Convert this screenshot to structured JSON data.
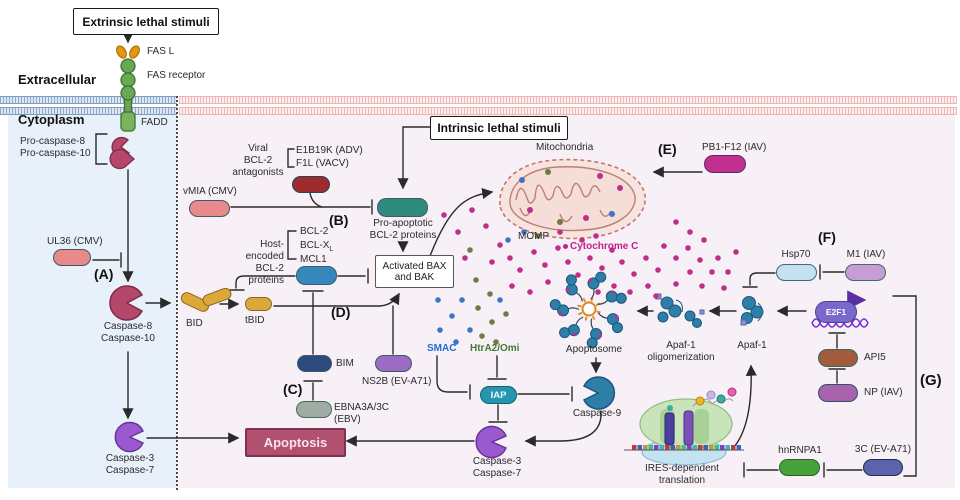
{
  "palette": {
    "membrane_left": "#7d9cc0",
    "membrane_right": "#eeb4b4",
    "cytoplasm_left_bg": "#e8f0f9",
    "cytoplasm_right_bg": "#f7f0f7",
    "viral_pill_pink": "#e8898c",
    "viral_pill_dark_red": "#9e2b2e",
    "pro_apoptotic_teal": "#2f8b7d",
    "host_bcl2_blue": "#3587bc",
    "bid_gold": "#dca838",
    "bim_navy": "#2c4a7c",
    "ebna_sage": "#9fada6",
    "ns2b_purple": "#9b6cc3",
    "pb1f12_magenta": "#c2308f",
    "hsp70_light_blue": "#c4e1f2",
    "m1_lilac": "#c79ed3",
    "api5_brown": "#a05c3c",
    "np_purple": "#a963ad",
    "hnrnpa1_green": "#46a33c",
    "c3_indigo": "#5b63ad",
    "iap_teal": "#2596b0",
    "caspase_rose": "#b5476a",
    "caspase_purple": "#9b59d0",
    "caspase9_blue": "#2d7fa8",
    "apoptosis_box": "#b25070",
    "smac_text": "#1f6fd4",
    "htra2_text": "#3e7d35",
    "cytochrome_text": "#c0218a",
    "dot_magenta": "#c02e8a",
    "dot_blue": "#3d74c9",
    "dot_olive": "#6b7d3f"
  },
  "labels": {
    "extrinsic_box": "Extrinsic lethal stimuli",
    "intrinsic_box": "Intrinsic lethal stimuli",
    "fas_l": "FAS L",
    "fas_receptor": "FAS receptor",
    "extracellular": "Extracellular",
    "cytoplasm": "Cytoplasm",
    "fadd": "FADD",
    "pro_caspase": "Pro-caspase-8\nPro-caspase-10",
    "ul36": "UL36 (CMV)",
    "caspase_8_10": "Caspase-8\nCaspase-10",
    "bid": "BID",
    "tbid": "tBID",
    "vmia": "vMIA (CMV)",
    "viral_antagonists": "Viral\nBCL-2\nantagonists",
    "e1b19k": "E1B19K (ADV)",
    "f1l": "F1L (VACV)",
    "host_encoded": "Host-encoded\nBCL-2 proteins",
    "bcl2": "BCL-2",
    "bclx": "BCL-X",
    "bclx_sub": "L",
    "mcl1": "MCL1",
    "bim": "BIM",
    "ebna": "EBNA3A/3C\n(EBV)",
    "ns2b": "NS2B (EV-A71)",
    "pro_apoptotic": "Pro-apoptotic\nBCL-2 proteins",
    "bax_bak": "Activated BAX\nand BAK",
    "mitochondria": "Mitochondria",
    "momp": "MOMP",
    "cytochrome_c": "Cytochrome C",
    "pb1f12": "PB1-F12 (IAV)",
    "smac": "SMAC",
    "htra2": "HtrA2/Omi",
    "iap": "IAP",
    "caspase9": "Caspase-9",
    "apoptosome": "Apoptosome",
    "apaf1_olig": "Apaf-1\noligomerization",
    "apaf1": "Apaf-1",
    "hsp70": "Hsp70",
    "m1": "M1 (IAV)",
    "e2f1": "E2F1",
    "api5": "API5",
    "np": "NP (IAV)",
    "hnrnpa1": "hnRNPA1",
    "c3ev": "3C (EV-A71)",
    "ires": "IRES-dependent\ntranslation",
    "apoptosis": "Apoptosis",
    "caspase_3_7": "Caspase-3\nCaspase-7",
    "letter_a": "(A)",
    "letter_b": "(B)",
    "letter_c": "(C)",
    "letter_d": "(D)",
    "letter_e": "(E)",
    "letter_f": "(F)",
    "letter_g": "(G)"
  }
}
